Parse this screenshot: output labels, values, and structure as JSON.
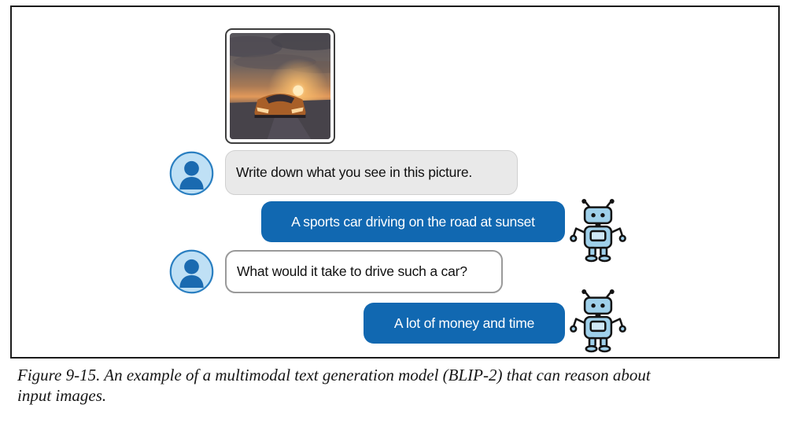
{
  "figure": {
    "image": {
      "name": "sports-car-driving-at-sunset-photo"
    },
    "conversation": {
      "user1": "Write down what you see in this picture.",
      "bot1": "A sports car driving on the road at sunset",
      "user2": "What would it take to drive such a car?",
      "bot2": "A lot of money and time"
    },
    "caption": "Figure 9-15. An example of a multimodal text generation model (BLIP-2) that can reason about input images.",
    "colors": {
      "bot_bubble_blue": "#1168b1",
      "user_bubble_gray": "#e9e9e9",
      "avatar_light_blue": "#bfe0f5",
      "avatar_dark_blue": "#1a6ab0",
      "robot_body_blue": "#9fd0ea"
    }
  }
}
